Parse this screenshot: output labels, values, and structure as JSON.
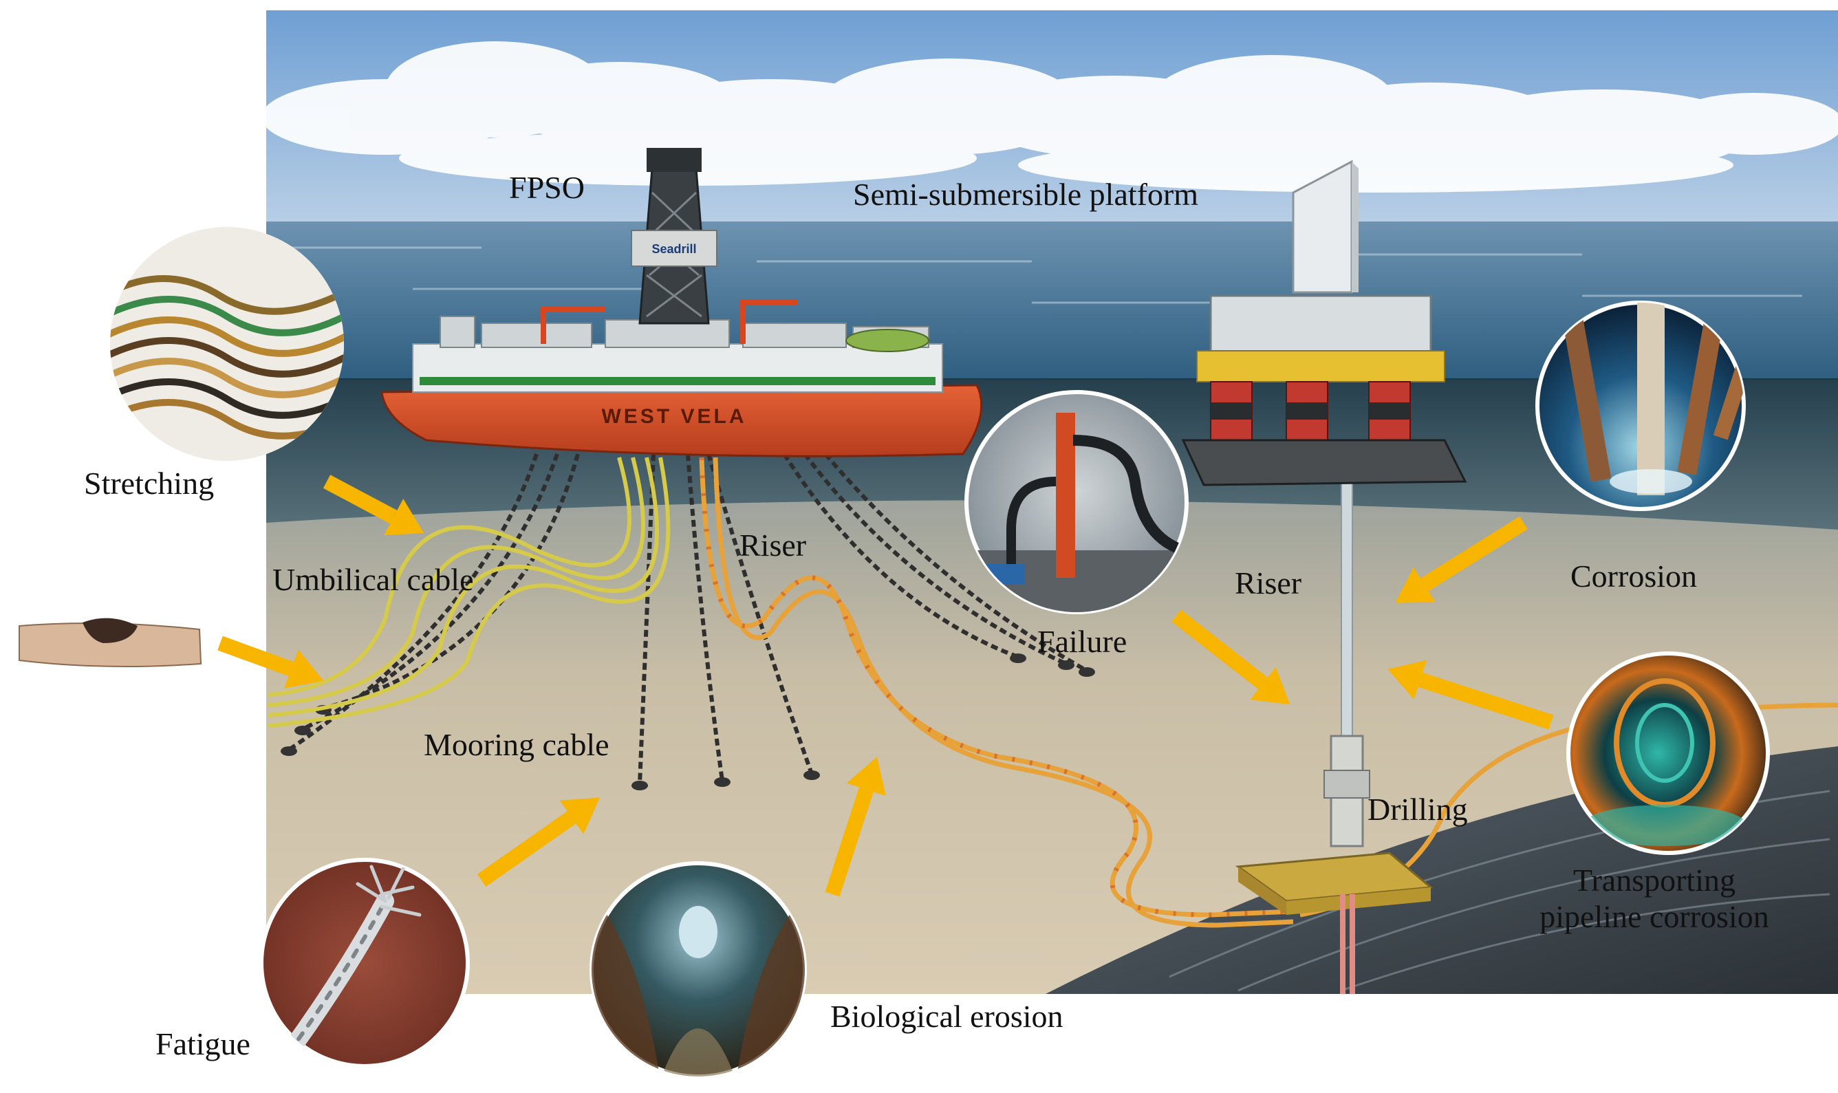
{
  "labels": {
    "fpso": "FPSO",
    "semi_submersible_platform": "Semi-submersible platform",
    "stretching": "Stretching",
    "umbilical_cable": "Umbilical cable",
    "riser_left": "Riser",
    "riser_right": "Riser",
    "failure": "Failure",
    "corrosion": "Corrosion",
    "mooring_cable": "Mooring cable",
    "drilling": "Drilling",
    "transporting_pipeline_corrosion_line1": "Transporting",
    "transporting_pipeline_corrosion_line2": "pipeline corrosion",
    "fatigue": "Fatigue",
    "biological_erosion": "Biological erosion"
  },
  "ship_text": {
    "hull_name": "WEST VELA",
    "derrick_brand": "Seadrill"
  },
  "colors": {
    "sky_top": "#7aa6d6",
    "sea": "#3c6f93",
    "deep_water": "#1f4258",
    "seabed": "#cbbfa8",
    "hull": "#d9512b",
    "arrow": "#f7b500",
    "umbilical": "#d8cd4a",
    "riser": "#e8a23a",
    "chain": "#3b3b3b"
  },
  "icons": {
    "stretching": "frayed-cable-photo-icon",
    "umbilical_damage": "damaged-cable-sample-icon",
    "failure": "riser-failure-photo-icon",
    "corrosion": "corroded-piles-photo-icon",
    "pipeline_corrosion": "corroded-pipeline-interior-icon",
    "fatigue": "broken-wire-rope-icon",
    "biological_erosion": "biofouled-seabed-tunnel-icon"
  }
}
